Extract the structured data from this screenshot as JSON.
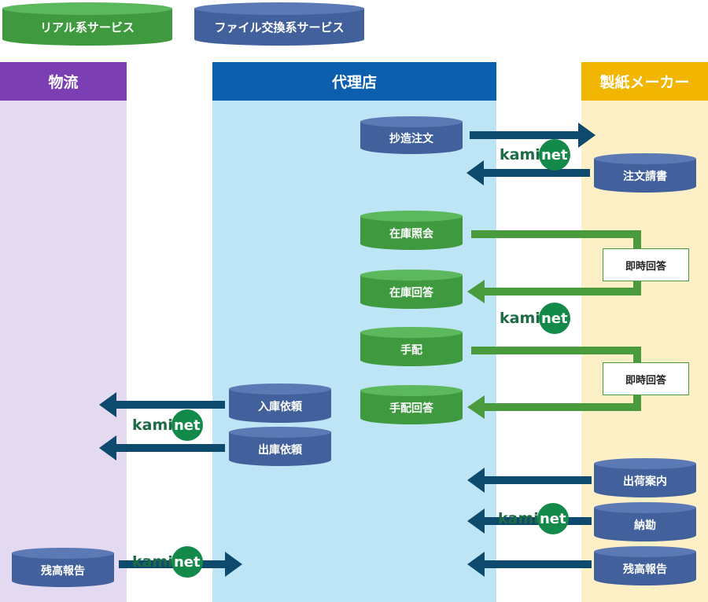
{
  "legend": {
    "real": "リアル系サービス",
    "file": "ファイル交換系サービス"
  },
  "columns": {
    "logistics": "物流",
    "agency": "代理店",
    "maker": "製紙メーカー"
  },
  "agency_items": {
    "cho": "抄造注文",
    "zaiko_shokai": "在庫照会",
    "zaiko_kaito": "在庫回答",
    "tehai": "手配",
    "tehai_kaito": "手配回答",
    "nyuko": "入庫依頼",
    "shukko": "出庫依頼"
  },
  "maker_items": {
    "chumon": "注文請書",
    "sokuji1": "即時回答",
    "sokuji2": "即時回答",
    "shukka": "出荷案内",
    "nokan": "納勘",
    "zandaka": "残高報告"
  },
  "logistics_items": {
    "zandaka": "残高報告"
  },
  "logo": {
    "kami": "kami",
    "net": "net"
  },
  "colors": {
    "logistics_head": "#7b3fb3",
    "logistics_bg": "#e3d9f0",
    "agency_head": "#0b5fae",
    "agency_bg": "#bde5f5",
    "maker_head": "#f2b600",
    "maker_bg": "#fdefc6",
    "arrow_blue": "#0d4a6e",
    "line_green": "#4a9a3e"
  }
}
